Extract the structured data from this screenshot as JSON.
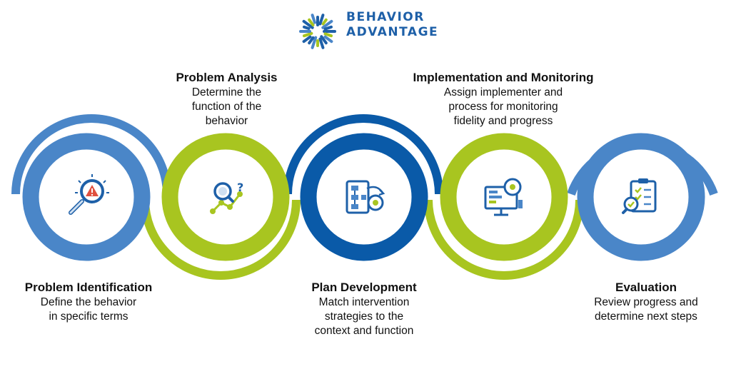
{
  "logo": {
    "line1": "BEHAVIOR",
    "line2": "ADVANTAGE"
  },
  "colors": {
    "blue": "#4a86c8",
    "dark_blue": "#0a5aa8",
    "green": "#a8c520",
    "logo_blue": "#1e60a8"
  },
  "steps": [
    {
      "title": "Problem Identification",
      "desc": [
        "Define the behavior",
        "in specific terms"
      ],
      "icon": "magnifier-warning-icon",
      "color": "blue"
    },
    {
      "title": "Problem Analysis",
      "desc": [
        "Determine the",
        "function of the",
        "behavior"
      ],
      "icon": "analysis-question-icon",
      "color": "green"
    },
    {
      "title": "Plan Development",
      "desc": [
        "Match intervention",
        "strategies to the",
        "context and function"
      ],
      "icon": "flowchart-gear-icon",
      "color": "dark_blue"
    },
    {
      "title": "Implementation and Monitoring",
      "desc": [
        "Assign implementer and",
        "process for monitoring",
        "fidelity and progress"
      ],
      "icon": "monitor-gear-icon",
      "color": "green"
    },
    {
      "title": "Evaluation",
      "desc": [
        "Review progress and",
        "determine next steps"
      ],
      "icon": "clipboard-check-icon",
      "color": "blue"
    }
  ]
}
